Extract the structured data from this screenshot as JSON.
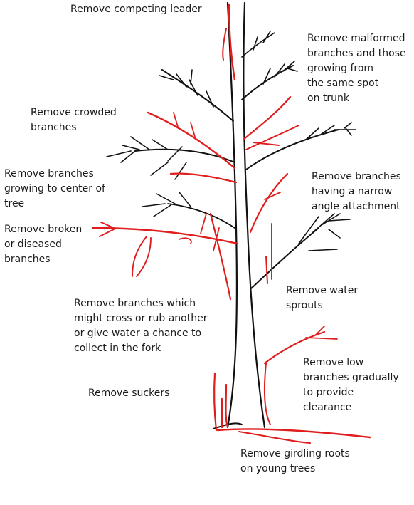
{
  "colors": {
    "tree_outline": "#111111",
    "marked_cut": "#e01e1e",
    "background": "#ffffff",
    "text": "#1a1a1a"
  },
  "labels": {
    "competing_leader": [
      "Remove competing leader"
    ],
    "malformed": [
      "Remove malformed",
      "branches and those",
      "growing from",
      "the same spot",
      "on trunk"
    ],
    "crowded": [
      "Remove crowded",
      "branches"
    ],
    "center": [
      "Remove branches",
      "growing to center of",
      "tree"
    ],
    "narrow_angle": [
      "Remove branches",
      "having a narrow",
      "angle attachment"
    ],
    "broken": [
      "Remove broken",
      "or diseased",
      "branches"
    ],
    "water_sprouts": [
      "Remove water",
      "sprouts"
    ],
    "cross_rub": [
      "Remove branches which",
      "might cross or rub another",
      "or give water a chance to",
      "collect in the fork"
    ],
    "low_branches": [
      "Remove low",
      "branches gradually",
      "to provide",
      "clearance"
    ],
    "suckers": [
      "Remove suckers"
    ],
    "girdling_roots": [
      "Remove girdling roots",
      "on young trees"
    ]
  }
}
